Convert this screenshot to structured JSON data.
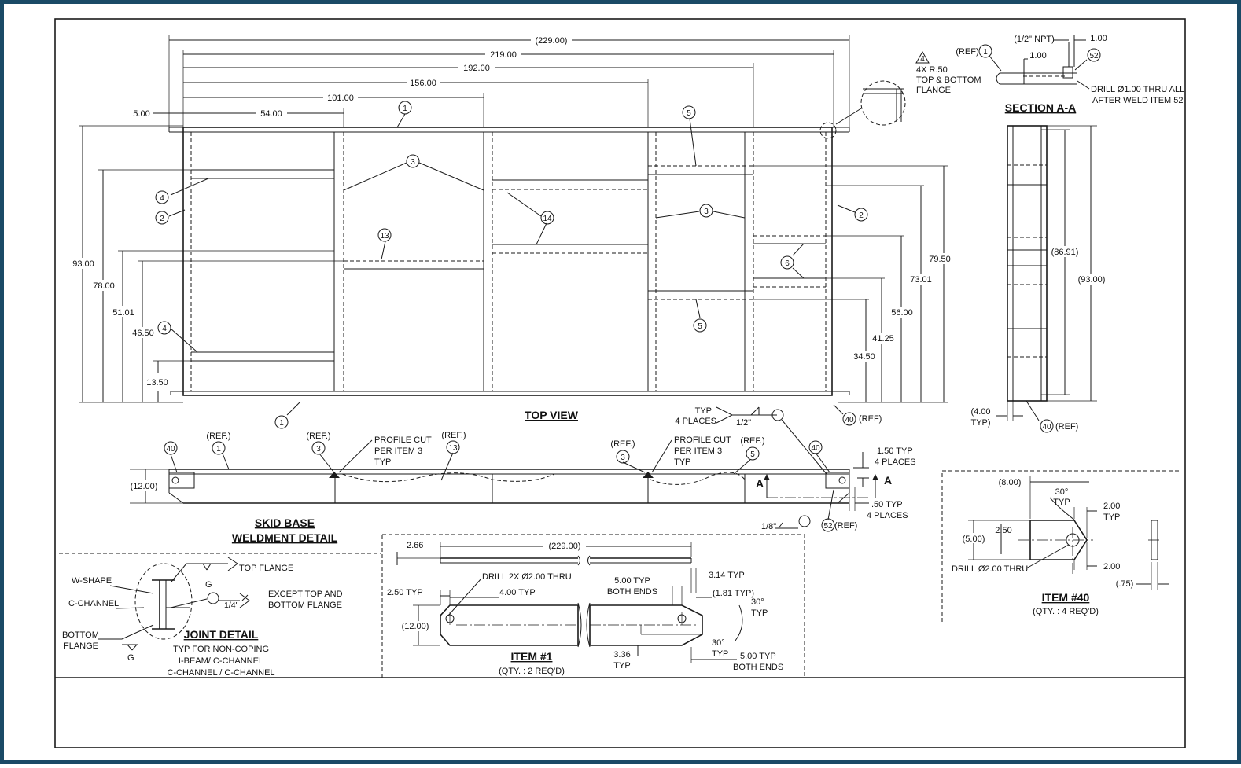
{
  "views": {
    "top_view": {
      "title": "TOP VIEW",
      "dims_horizontal": [
        "(229.00)",
        "219.00",
        "192.00",
        "156.00",
        "101.00",
        "54.00",
        "5.00"
      ],
      "dims_vertical_left": [
        "93.00",
        "78.00",
        "51.01",
        "46.50",
        "13.50"
      ],
      "dims_vertical_right": [
        "79.50",
        "73.01",
        "56.00",
        "41.25",
        "34.50"
      ],
      "radius_note": [
        "4X R.50",
        "TOP & BOTTOM",
        "FLANGE"
      ],
      "radius_tag": "4",
      "ref_40": "(REF)",
      "weld_typ": [
        "TYP",
        "4 PLACES"
      ],
      "weld_size": "1/2\""
    },
    "section_aa": {
      "title": "SECTION A-A",
      "dims": [
        "(1/2\" NPT)",
        "1.00",
        "1.00",
        "(REF)",
        "(86.91)",
        "(93.00)",
        "(4.00",
        "TYP)",
        "(REF)"
      ],
      "drill_note": [
        "DRILL Ø1.00 THRU ALL",
        "AFTER WELD ITEM 52"
      ]
    },
    "skid_base": {
      "title": [
        "SKID BASE",
        "WELDMENT DETAIL"
      ],
      "refs": [
        "(REF.)",
        "(REF.)",
        "(REF.)",
        "(REF.)",
        "(REF.)"
      ],
      "profile_cut": [
        "PROFILE CUT",
        "PER ITEM 3",
        "TYP"
      ],
      "dim_height": "(12.00)",
      "right_dims": [
        "1.50 TYP",
        "4 PLACES",
        ".50 TYP",
        "4 PLACES"
      ],
      "weld_size": "1/8\"",
      "ref_52": "(REF)",
      "section_mark": "A"
    },
    "joint_detail": {
      "title": "JOINT DETAIL",
      "subtitle": [
        "TYP FOR NON-COPING",
        "I-BEAM/ C-CHANNEL",
        "C-CHANNEL / C-CHANNEL"
      ],
      "labels": [
        "W-SHAPE",
        "C-CHANNEL",
        "BOTTOM",
        "FLANGE",
        "TOP FLANGE",
        "EXCEPT TOP AND",
        "BOTTOM FLANGE",
        "G",
        "G",
        "1/4\""
      ]
    },
    "item1": {
      "title": "ITEM #1",
      "qty": "(QTY. : 2 REQ'D)",
      "dims": [
        "2.66",
        "(229.00)",
        "3.14 TYP",
        "2.50 TYP",
        "4.00 TYP",
        "5.00 TYP",
        "BOTH ENDS",
        "(1.81 TYP)",
        "30°",
        "TYP",
        "(12.00)",
        "30°",
        "TYP",
        "3.36",
        "TYP",
        "5.00 TYP",
        "BOTH ENDS"
      ],
      "drill_note": "DRILL 2X Ø2.00 THRU"
    },
    "item40": {
      "title": "ITEM #40",
      "qty": "(QTY. : 4 REQ'D)",
      "dims": [
        "(8.00)",
        "30°",
        "TYP",
        "2.00",
        "TYP",
        "(5.00)",
        "2.50",
        "2.00",
        "(.75)"
      ],
      "drill_note": "DRILL Ø2.00 THRU"
    }
  },
  "balloons": [
    "1",
    "1",
    "1",
    "1",
    "2",
    "2",
    "3",
    "3",
    "3",
    "3",
    "4",
    "4",
    "5",
    "5",
    "5",
    "6",
    "13",
    "13",
    "14",
    "40",
    "40",
    "40",
    "40",
    "52",
    "52"
  ]
}
